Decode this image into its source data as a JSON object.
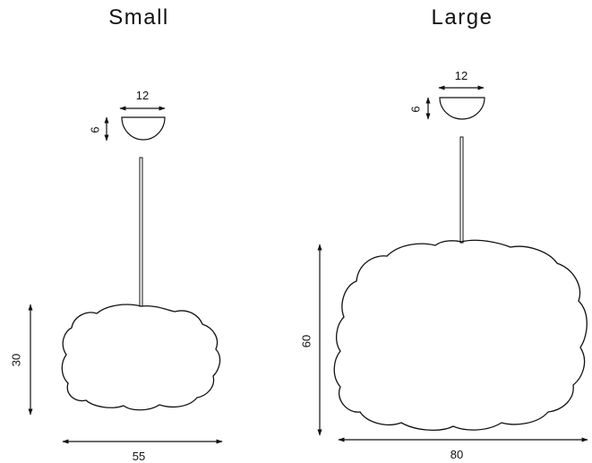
{
  "small": {
    "title": "Small",
    "canopy_width": "12",
    "canopy_height": "6",
    "shade_height": "30",
    "shade_width": "55"
  },
  "large": {
    "title": "Large",
    "canopy_width": "12",
    "canopy_height": "6",
    "shade_height": "60",
    "shade_width": "80"
  },
  "colors": {
    "line": "#111111",
    "background": "#ffffff"
  }
}
